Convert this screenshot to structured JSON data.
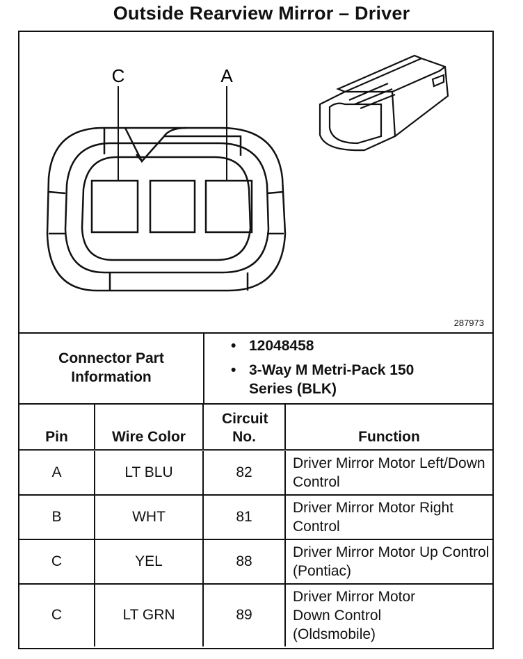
{
  "title": "Outside Rearview Mirror – Driver",
  "figure": {
    "pin_labels": [
      "C",
      "A"
    ],
    "figure_id": "287973"
  },
  "connector": {
    "label": "Connector Part Information",
    "items": [
      "12048458",
      "3-Way M Metri-Pack 150 Series (BLK)"
    ]
  },
  "table": {
    "headers": [
      "Pin",
      "Wire Color",
      "Circuit No.",
      "Function"
    ],
    "rows": [
      {
        "pin": "A",
        "color": "LT BLU",
        "circuit": "82",
        "function": "Driver Mirror Motor Left/Down Control"
      },
      {
        "pin": "B",
        "color": "WHT",
        "circuit": "81",
        "function": "Driver Mirror Motor Right Control"
      },
      {
        "pin": "C",
        "color": "YEL",
        "circuit": "88",
        "function": "Driver Mirror Motor Up Control (Pontiac)"
      },
      {
        "pin": "C",
        "color": "LT GRN",
        "circuit": "89",
        "function": "Driver Mirror Motor Down Control (Oldsmobile)"
      }
    ]
  }
}
